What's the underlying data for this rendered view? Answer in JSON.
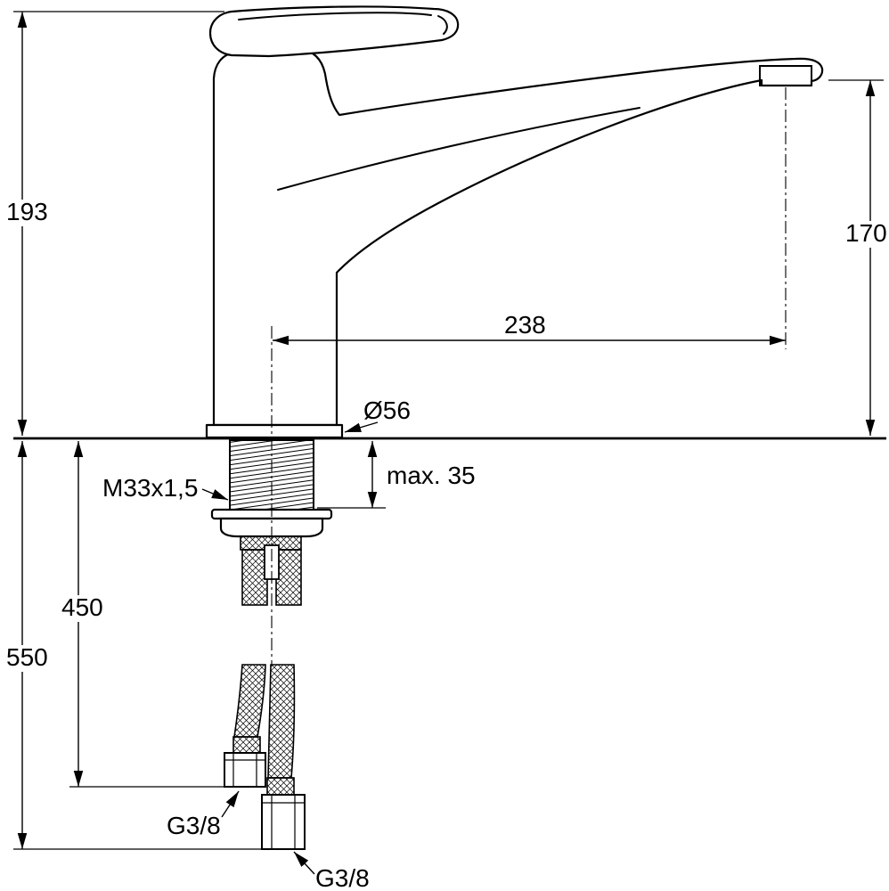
{
  "drawing": {
    "labels": {
      "height_above_deck": "193",
      "spout_outlet_height": "170",
      "spout_reach": "238",
      "base_diameter": "Ø56",
      "max_mounting_thickness": "max. 35",
      "shank_thread": "M33x1,5",
      "hose_depth": "450",
      "below_deck_total": "550",
      "hose_connection_upper": "G3/8",
      "hose_connection_lower": "G3/8"
    },
    "colors": {
      "line": "#000000",
      "background": "#ffffff"
    }
  }
}
